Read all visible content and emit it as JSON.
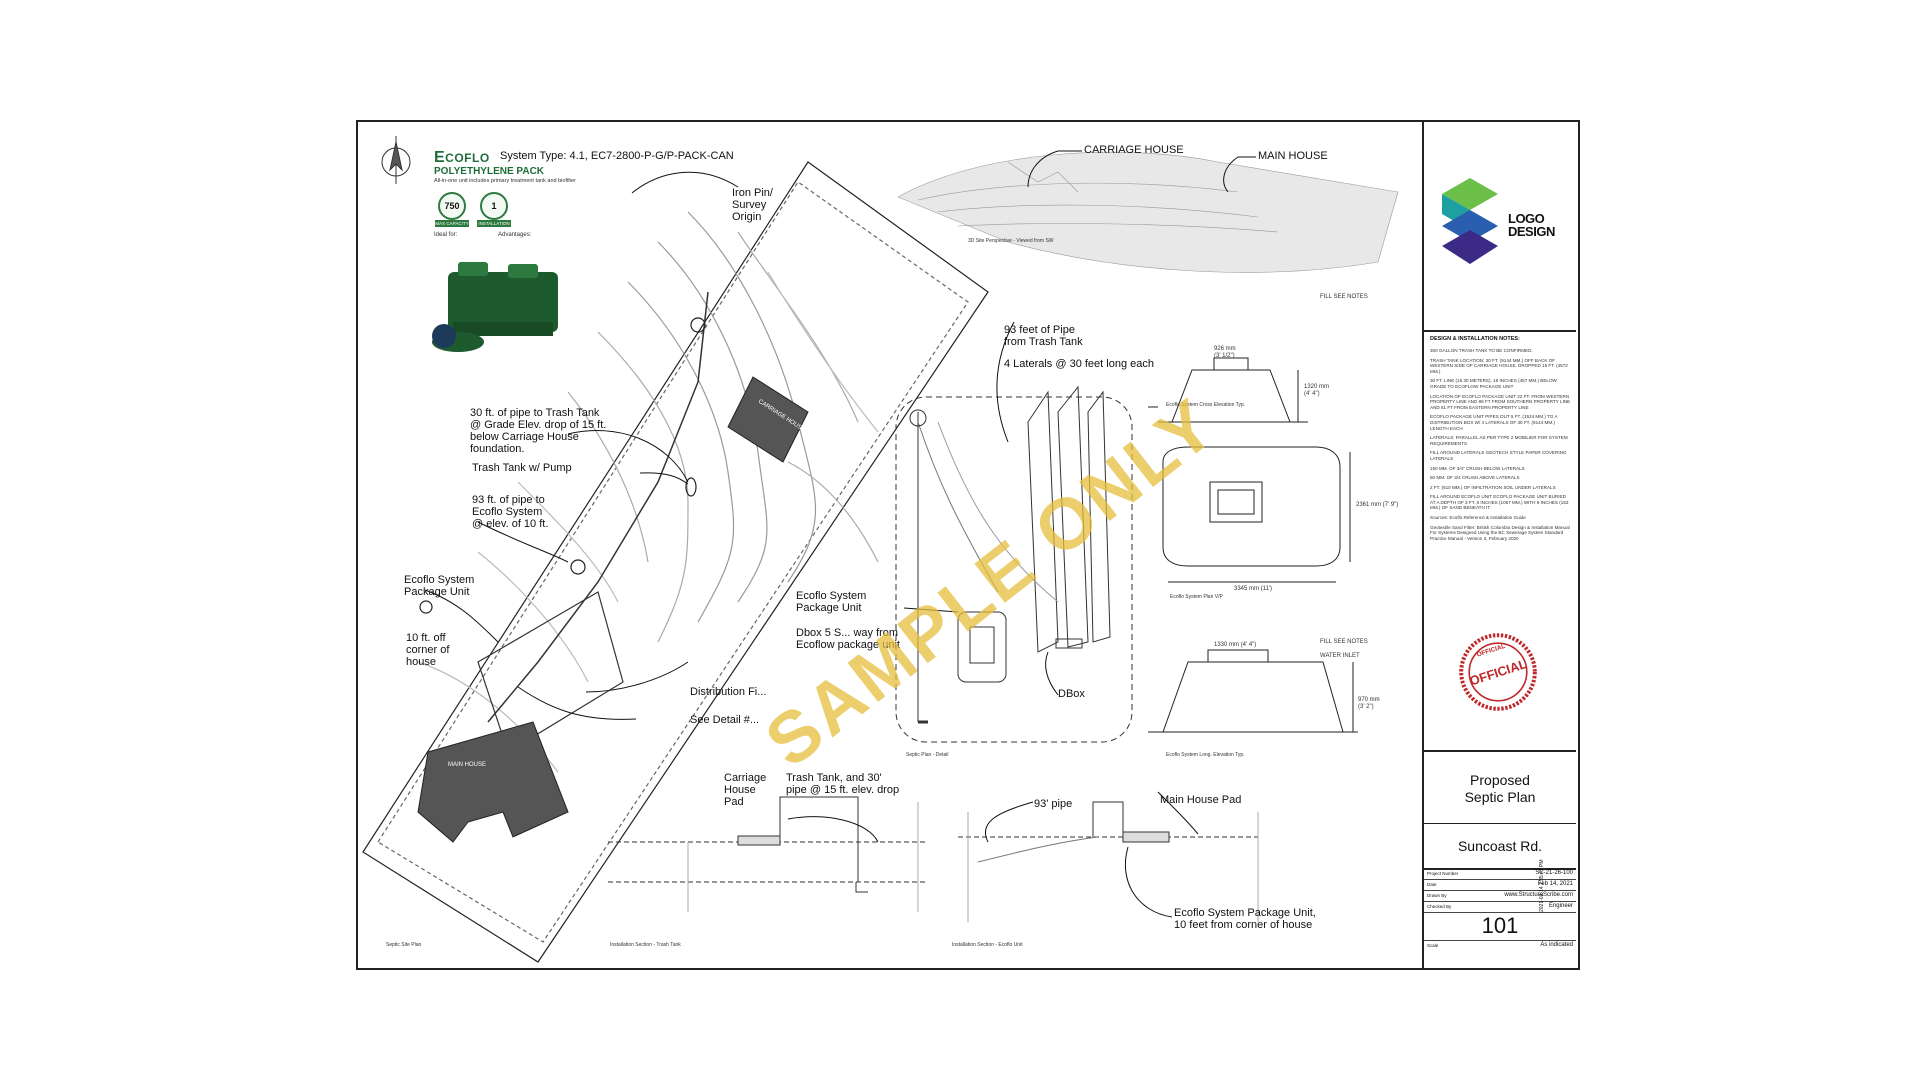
{
  "brand": {
    "name_first": "E",
    "name_rest": "COFLO",
    "system_type": "System Type: 4.1, EC7-2800-P-G/P-PACK-CAN",
    "pack_title": "POLYETHYLENE PACK",
    "pack_subtitle": "All-in-one unit includes primary treatment tank and biofilter",
    "badge_capacity": "750",
    "badge_capacity_label": "MAX CAPACITY",
    "badge_count": "1",
    "badge_count_label": "INSTALLATION",
    "ideal_for": "Ideal for:",
    "advantages": "Advantages:"
  },
  "labels": {
    "iron_pin": "Iron Pin/\nSurvey\nOrigin",
    "carriage_house": "CARRIAGE HOUSE",
    "main_house": "MAIN HOUSE",
    "pipe_93_trash": "93 feet of Pipe\nfrom Trash Tank",
    "laterals": "4 Laterals @ 30 feet long each",
    "pipe_30": "30 ft. of pipe to Trash Tank\n@ Grade Elev. drop of 15 ft.\nbelow Carriage House\nfoundation.",
    "trash_tank_pump": "Trash Tank w/ Pump",
    "pipe_93_ecoflo": "93 ft. of pipe to\nEcoflo System\n@ elev. of 10 ft.",
    "ecoflo_pkg_left": "Ecoflo System\nPackage Unit",
    "ten_ft": "10 ft. off\ncorner of\nhouse",
    "distribution": "Distribution Fi...",
    "see_detail": "See Detail #...",
    "ecoflo_pkg_mid": "Ecoflo System\nPackage Unit",
    "dbox_way": "Dbox 5 S... way from\nEcoflow package unit",
    "dbox": "DBox",
    "carriage_pad": "Carriage\nHouse\nPad",
    "trash_tank_30": "Trash Tank, and 30'\npipe @ 15 ft. elev. drop",
    "pipe_93": "93' pipe",
    "main_house_pad": "Main House Pad",
    "ecoflo_10ft": "Ecoflo System Package Unit,\n10 feet from corner of house",
    "carriage_house_box": "CARRIAGE HOUSE",
    "main_house_box": "MAIN HOUSE",
    "dim_926": "926 mm\n(3' 1/2\")",
    "dim_1320": "1320 mm\n(4' 4\")",
    "dim_2361": "2361 mm (7' 9\")",
    "dim_3345": "3345 mm (11')",
    "dim_1330": "1330 mm (4' 4\")",
    "dim_970": "970 mm\n(3' 2\")",
    "fill_notes_1": "FILL SEE NOTES",
    "fill_notes_2": "FILL SEE NOTES",
    "water_inlet": "WATER INLET"
  },
  "captions": {
    "perspective": "3D Site Perspective - Viewed from SW",
    "cross_elev": "Ecoflo System Cross Elevation Typ.",
    "plan_view": "Ecoflo System Plan V/P",
    "long_elev": "Ecoflo System Long. Elevation Typ.",
    "septic_detail": "Septic Plan - Detail",
    "site_plan": "Septic Site Plan",
    "section_trash": "Installation Section - Trash Tank",
    "section_ecoflo": "Installation Section - Ecoflo Unit"
  },
  "watermark": "SAMPLE ONLY",
  "titleblock": {
    "logo_line1": "LOGO",
    "logo_line2": "DESIGN",
    "notes_heading": "DESIGN & INSTALLATION NOTES:",
    "notes": [
      "300 GALLON TRASH TANK TO BE CONFIRMED.",
      "TRASH TANK LOCATION: 30 FT. (9144 MM.) OFF BACK OF WESTERN SIDE OF CARRIAGE HOUSE. DROPPED 15 FT. (4572 MM.)",
      "30 FT. LINE (15.30 METERS), 18 INCHES (457 MM.) BELOW GRADE TO ECOFLOW PACKAGE UNIT",
      "LOCATION OF ECOFLO PACKAGE UNIT 22 FT. FROM WESTERN PROPERTY LINE AND 88 FT FROM SOUTHERN PROPERTY LINE AND 61 FT FROM EASTERN PROPERTY LINE",
      "ECOFLO PACKAGE UNIT PIPES OUT 5 FT. (1524 MM.) TO A DISTRIBUTION BOX W/ 4 LATERALS OF 30 FT. (9144 MM.) LENGTH EACH",
      "LATERALS: PARALLEL AS PER TYPE 2 MOBILIER FOR SYSTEM REQUIREMENTS",
      "FILL AROUND LATERALS GEOTECH STYLE PAPER COVERING LATERALS",
      "150 MM. OF 3/4\" CRUSH BELOW LATERALS",
      "50 MM. OF 3/4 CRUSH ABOVE LATERALS",
      "2 FT. (610 MM.) OF INFILTRATION SOIL UNDER LATERALS",
      "FILL AROUND ECOFLO UNIT ECOFLO PACKAGE UNIT BURIED AT A DEPTH OF 3 FT. 6 INCHES (1067 MM.) WITH 6 INCHES (153 MM.) OF SAND BENEATH IT",
      "Sources: Ecoflo Reference & Installation Guide",
      "Geotextile Sand Filter: British Columbia Design & Installation Manual For Systems Designed Using the BC Sewerage System Standard Practice Manual - Version 3, February 2020"
    ],
    "stamp_center": "OFFICIAL",
    "stamp_ring": "OFFICIAL",
    "title": "Proposed\nSeptic Plan",
    "road": "Suncoast Rd.",
    "rows": [
      {
        "k": "Project Number",
        "v": "SC-21-26-100"
      },
      {
        "k": "Date",
        "v": "Feb 14, 2021"
      },
      {
        "k": "Drawn By",
        "v": "www.StructureScribe.com"
      },
      {
        "k": "Checked By",
        "v": "Engineer"
      }
    ],
    "sheet_number": "101",
    "scale_key": "Scale",
    "scale_value": "As indicated",
    "timestamp": "2021-02-14 1:35:41 PM"
  }
}
